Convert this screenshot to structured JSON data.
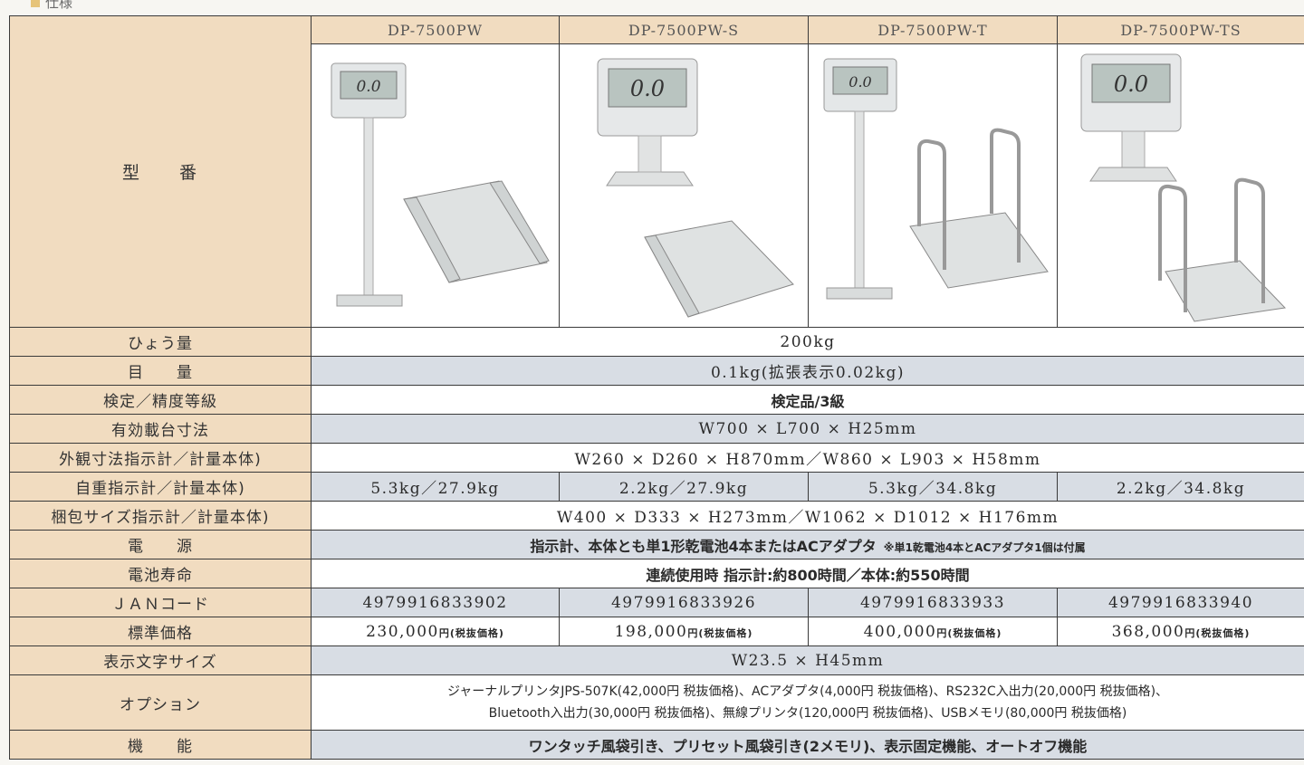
{
  "header": {
    "title": "仕様"
  },
  "table": {
    "model_label": "型　　番",
    "models": [
      "DP-7500PW",
      "DP-7500PW-S",
      "DP-7500PW-T",
      "DP-7500PW-TS"
    ],
    "display_reading": "0.0",
    "rows": {
      "capacity": {
        "label": "ひょう量",
        "value": "200kg"
      },
      "division": {
        "label": "目　　量",
        "value": "0.1kg(拡張表示0.02kg)"
      },
      "verification": {
        "label": "検定／精度等級",
        "value": "検定品/3級"
      },
      "platform": {
        "label": "有効載台寸法",
        "value": "W700 × L700 × H25mm"
      },
      "exterior": {
        "label": "外観寸法指示計／計量本体)",
        "value": "W260 × D260 × H870mm／W860 × L903 × H58mm"
      },
      "weight": {
        "label": "自重指示計／計量本体)",
        "values": [
          "5.3kg／27.9kg",
          "2.2kg／27.9kg",
          "5.3kg／34.8kg",
          "2.2kg／34.8kg"
        ]
      },
      "package": {
        "label": "梱包サイズ指示計／計量本体)",
        "value": "W400 × D333 × H273mm／W1062 × D1012 × H176mm"
      },
      "power": {
        "label": "電　　源",
        "value": "指示計、本体とも単1形乾電池4本またはACアダプタ",
        "note": "※単1乾電池4本とACアダプタ1個は付属"
      },
      "battery": {
        "label": "電池寿命",
        "value": "連続使用時 指示計:約800時間／本体:約550時間"
      },
      "jan": {
        "label": "ＪＡＮコード",
        "values": [
          "4979916833902",
          "4979916833926",
          "4979916833933",
          "4979916833940"
        ]
      },
      "price": {
        "label": "標準価格",
        "values": [
          "230,000",
          "198,000",
          "400,000",
          "368,000"
        ],
        "suffix": "円(税抜価格)"
      },
      "charsize": {
        "label": "表示文字サイズ",
        "value": "W23.5 × H45mm"
      },
      "options": {
        "label": "オプション",
        "line1": "ジャーナルプリンタJPS-507K(42,000円 税抜価格)、ACアダプタ(4,000円 税抜価格)、RS232C入出力(20,000円 税抜価格)、",
        "line2": "Bluetooth入出力(30,000円 税抜価格)、無線プリンタ(120,000円 税抜価格)、USBメモリ(80,000円 税抜価格)"
      },
      "functions": {
        "label": "機　　能",
        "value": "ワンタッチ風袋引き、プリセット風袋引き(2メモリ)、表示固定機能、オートオフ機能"
      }
    }
  },
  "colors": {
    "label_bg": "#f1dcc0",
    "shaded_bg": "#d8dde4",
    "border": "#3a3a3a"
  }
}
